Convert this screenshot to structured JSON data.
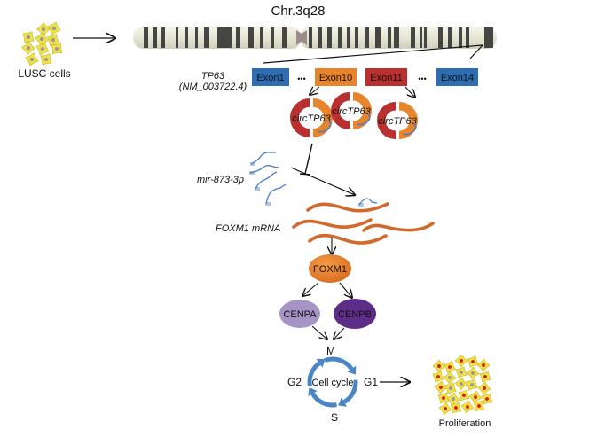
{
  "title": "Chr.3q28",
  "cells_label": "LUSC cells",
  "gene": {
    "name": "TP63",
    "transcript": "(NM_003722.4)"
  },
  "exons": [
    {
      "label": "Exon1",
      "color": "#2f6db3"
    },
    {
      "label": "Exon10",
      "color": "#e8852c"
    },
    {
      "label": "Exon11",
      "color": "#b8302f"
    },
    {
      "label": "Exon14",
      "color": "#2f6db3"
    }
  ],
  "ellipsis": "•••",
  "circrna": {
    "label": "circTP63",
    "count": 3,
    "colors": {
      "left": "#b8302f",
      "right": "#e8852c"
    }
  },
  "mirna_label": "mir-873-3p",
  "mrna_label": "FOXM1 mRNA",
  "proteins": {
    "foxm1": {
      "label": "FOXM1",
      "color": "#e8802c"
    },
    "cenpa": {
      "label": "CENPA",
      "color": "#a694c4"
    },
    "cenpb": {
      "label": "CENPB",
      "color": "#5e2d8a"
    }
  },
  "cell_cycle": {
    "label": "Cell cycle",
    "phases": {
      "top": "M",
      "right": "G1",
      "bottom": "S",
      "left": "G2"
    },
    "color": "#4a86c5"
  },
  "proliferation_label": "Proliferation",
  "colors": {
    "cell_fill": "#f0e04a",
    "cell_stroke": "#c8b820",
    "nucleus_grey": "#9a9a9a",
    "nucleus_red": "#d82020",
    "mirna": "#4a7fc8",
    "mrna": "#d2692a",
    "arrow": "#111111"
  }
}
